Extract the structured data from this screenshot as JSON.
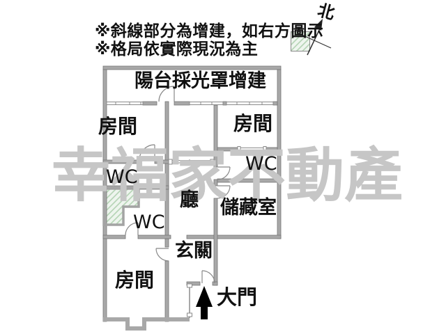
{
  "legend": {
    "line1": "※斜線部分為增建，如右方圖示",
    "line2": "※格局依實際現況為主"
  },
  "compass": {
    "north_label": "北"
  },
  "watermark": {
    "text": "幸福家不動產"
  },
  "rooms": {
    "balcony": "陽台採光罩增建",
    "room_top_left": "房間",
    "room_top_right": "房間",
    "wc_upper_left": "WC",
    "wc_right": "WC",
    "living": "廳",
    "storage": "儲藏室",
    "wc_lower_left": "WC",
    "entry": "玄關",
    "room_bottom_left": "房間",
    "main_door": "大門"
  },
  "colors": {
    "wall": "#a8a8a8",
    "wall_edge": "#757575",
    "thin_line": "#8a8a8a",
    "hatch_line": "#b9d6b9",
    "hatch_bg": "#eef5ee",
    "watermark": "#c6c6c6",
    "text": "#111111",
    "arrow": "#000000"
  }
}
